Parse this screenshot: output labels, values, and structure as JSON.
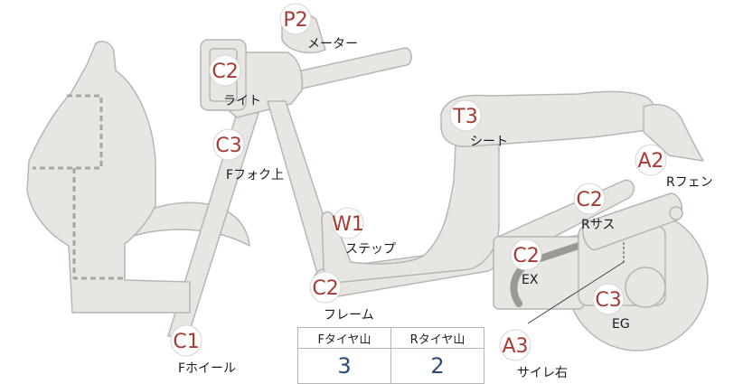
{
  "colors": {
    "body_fill": "#e7e6e3",
    "body_stroke": "#b8b6b2",
    "badge_text": "#a83a34",
    "badge_fill": "#ffffff",
    "zone_dash": "#a9a7a3",
    "tire_value": "#2d4a73"
  },
  "parts": [
    {
      "code": "P2",
      "name": "メーター"
    },
    {
      "code": "C2",
      "name": "ライト"
    },
    {
      "code": "C3",
      "name": "Fフォク上"
    },
    {
      "code": "T3",
      "name": "シート"
    },
    {
      "code": "A2",
      "name": "Rフェン"
    },
    {
      "code": "C2",
      "name": "Rサス"
    },
    {
      "code": "W1",
      "name": "ステップ"
    },
    {
      "code": "C2",
      "name": "EX"
    },
    {
      "code": "C2",
      "name": "フレーム"
    },
    {
      "code": "C3",
      "name": "EG"
    },
    {
      "code": "C1",
      "name": "Fホイール"
    },
    {
      "code": "A3",
      "name": "サイレ右"
    }
  ],
  "tire_table": {
    "headers": [
      "Fタイヤ山",
      "Rタイヤ山"
    ],
    "values": [
      "3",
      "2"
    ]
  }
}
